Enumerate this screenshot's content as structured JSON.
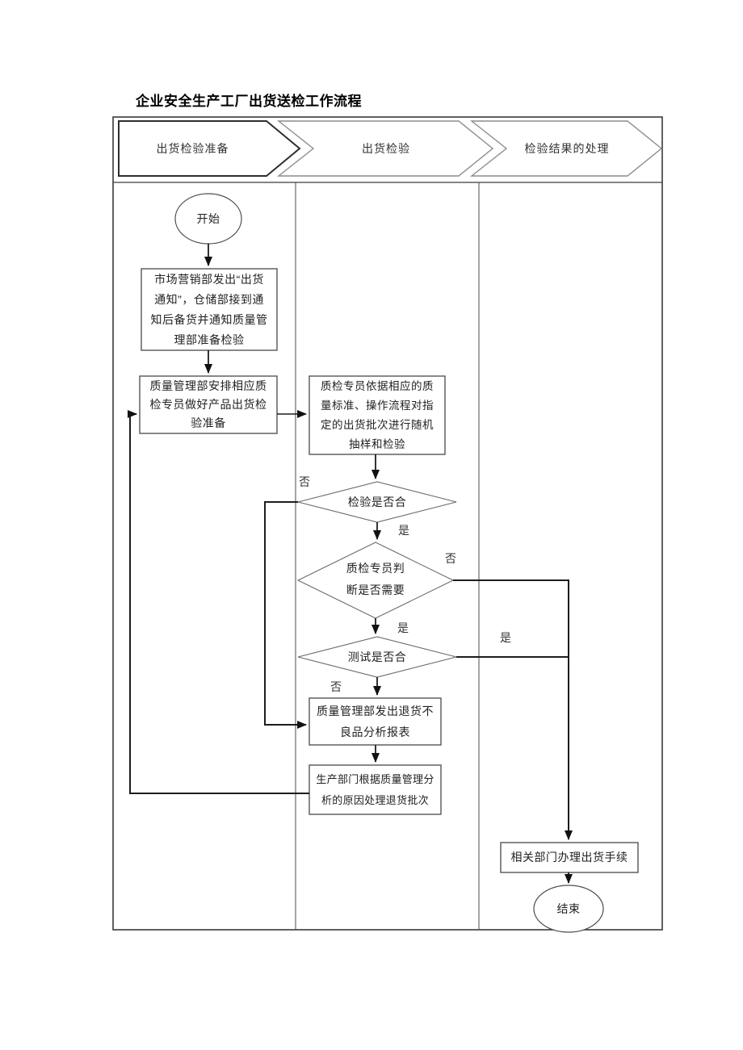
{
  "title": "企业安全生产工厂出货送检工作流程",
  "lanes": {
    "lane1": "出货检验准备",
    "lane2": "出货检验",
    "lane3": "检验结果的处理"
  },
  "nodes": {
    "start": "开始",
    "notify": "市场营销部发出“出货\n通知”，仓储部接到通\n知后备货并通知质量管\n理部准备检验",
    "prepare": "质量管理部安排相应质\n检专员做好产品出货检\n验准备",
    "sampling": "质检专员依据相应的质\n量标准、操作流程对指\n定的出货批次进行随机\n抽样和检验",
    "decision_inspect": "检验是否合",
    "decision_judge": "质检专员判\n断是否需要",
    "decision_test": "测试是否合",
    "report": "质量管理部发出退货不\n良品分析报表",
    "handle_return": "生产部门根据质量管理分\n析的原因处理退货批次",
    "ship": "相关部门办理出货手续",
    "end": "结束"
  },
  "branch_labels": {
    "inspect_no": "否",
    "inspect_yes": "是",
    "judge_no": "否",
    "judge_yes": "是",
    "test_yes": "是",
    "test_no": "否"
  },
  "colors": {
    "flow_line": "#1d1d1d",
    "shape_border": "#595959",
    "lane1_border": "#2e2e2e",
    "lane_border": "#8c8c8c",
    "background": "#ffffff"
  }
}
